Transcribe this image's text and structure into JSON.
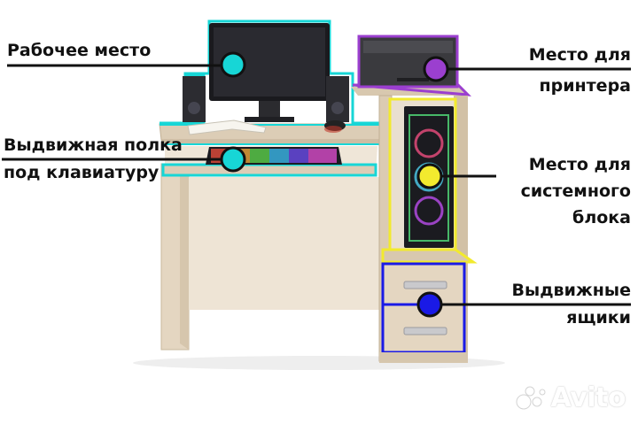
{
  "labels": {
    "workplace": "Рабочее место",
    "keyboard_shelf_line1": "Выдвижная полка",
    "keyboard_shelf_line2": "под клавиатуру",
    "printer_line1": "Место для",
    "printer_line2": "принтера",
    "system_unit_line1": "Место для",
    "system_unit_line2": "системного",
    "system_unit_line3": "блока",
    "drawers_line1": "Выдвижные",
    "drawers_line2": "ящики"
  },
  "watermark": {
    "text": "Avito"
  },
  "colors": {
    "cyan": "#17d6d6",
    "purple": "#9b3fcf",
    "yellow": "#f2ea2e",
    "blue": "#1a1ae6",
    "wood": "#e2d4bf",
    "wood_dark": "#cdbda4"
  },
  "icons": [
    "cyan-dot",
    "purple-dot",
    "yellow-dot",
    "blue-dot",
    "avito-logo-icon"
  ]
}
